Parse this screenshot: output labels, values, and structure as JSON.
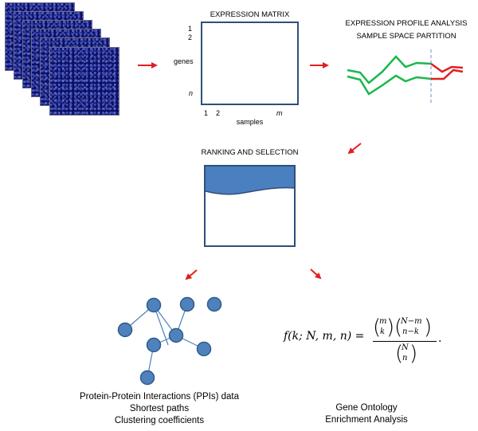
{
  "colors": {
    "arrow": "#e02020",
    "node_fill": "#4f81bd",
    "node_stroke": "#2e5c8a",
    "box_stroke": "#2f4f7a",
    "profile_green": "#19b84b",
    "profile_red": "#e02020",
    "partition_line": "#6e8fc4",
    "ranking_fill": "#4a7fc0",
    "microarray_bg": "#0b0f5e"
  },
  "matrix": {
    "title": "EXPRESSION MATRIX",
    "row_label_1": "1",
    "row_label_2": "2",
    "row_label_n": "n",
    "genes_label": "genes",
    "col_label_1": "1",
    "col_label_2": "2",
    "col_label_m": "m",
    "samples_label": "samples"
  },
  "profile": {
    "title_line1": "EXPRESSION PROFILE ANALYSIS",
    "title_line2": "SAMPLE  SPACE PARTITION"
  },
  "ranking": {
    "title": "RANKING AND SELECTION"
  },
  "network": {
    "caption_line1": "Protein-Protein Interactions (PPIs) data",
    "caption_line2": "Shortest paths",
    "caption_line3": "Clustering coefficients"
  },
  "formula": {
    "lhs": "f(k; N, m, n) =",
    "num1_top": "m",
    "num1_bottom": "k",
    "num2_top": "N−m",
    "num2_bottom": "n−k",
    "den_top": "N",
    "den_bottom": "n",
    "period": "."
  },
  "enrichment": {
    "caption_line1": "Gene Ontology",
    "caption_line2": "Enrichment Analysis"
  },
  "icons": [
    "microarray-image",
    "arrow-icon",
    "network-node-icon"
  ]
}
